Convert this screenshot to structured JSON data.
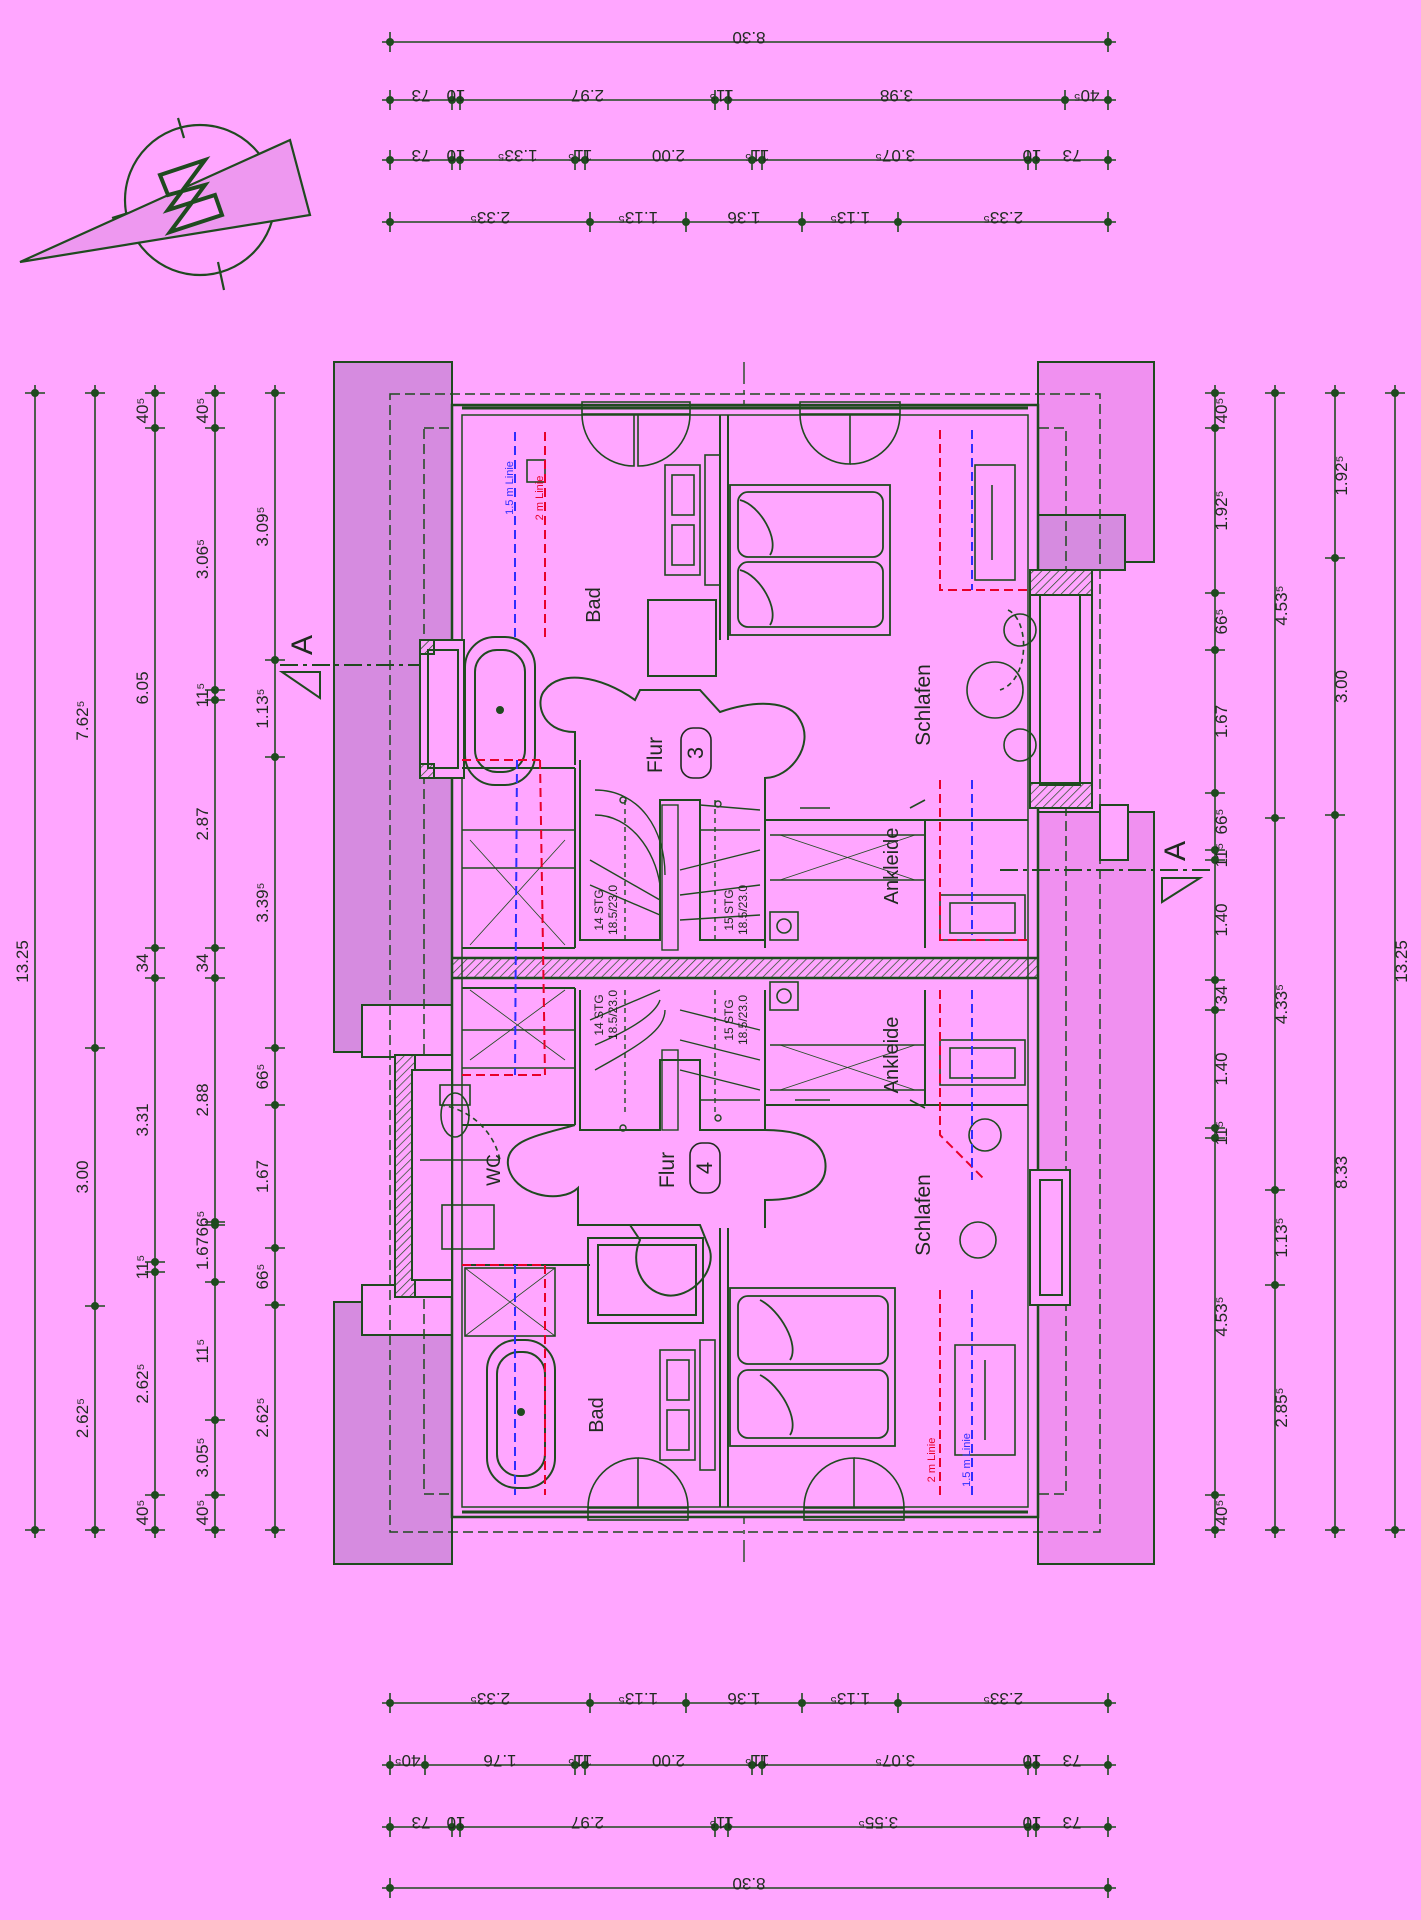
{
  "colors": {
    "background": "#ffa6ff",
    "line": "#1f4a1f",
    "roof": "#d68be0",
    "roof_light": "#f09cf3",
    "pink_fill": "#f090f0",
    "red_line": "#e8002a",
    "blue_line": "#2d2dff"
  },
  "rooms": {
    "bad_top": "Bad",
    "schlafen_top": "Schlafen",
    "flur_top": "Flur",
    "flur_top_num": "3",
    "ankleide_top": "Ankleide",
    "bad_bottom": "Bad",
    "schlafen_bottom": "Schlafen",
    "flur_bottom": "Flur",
    "flur_bottom_num": "4",
    "ankleide_bottom": "Ankleide",
    "wc": "WC"
  },
  "labels": {
    "line_15m_top": "1.5 m Linie",
    "line_2m_top": "2 m Linie",
    "line_2m_bottom": "2 m Linie",
    "line_15m_bottom": "1.5 m Linie",
    "stair_top_left_1": "14 STG",
    "stair_top_left_2": "18.5/23.0",
    "stair_top_right_1": "15 STG",
    "stair_top_right_2": "18.5/23.0",
    "stair_bot_left_1": "14 STG",
    "stair_bot_left_2": "18.5/23.0",
    "stair_bot_right_1": "15 STG",
    "stair_bot_right_2": "18.5/23.0",
    "section_left": "A",
    "section_right": "A"
  },
  "dims_top": {
    "r1": [
      "8.30"
    ],
    "r2": [
      "73",
      "10",
      "2.97",
      "11⁵",
      "3.98",
      "40⁵"
    ],
    "r3": [
      "73",
      "10",
      "1.33⁵",
      "11⁵",
      "2.00",
      "11⁵",
      "3.07⁵",
      "10",
      "73"
    ],
    "r4": [
      "2.33⁵",
      "1.13⁵",
      "1.36",
      "1.13⁵",
      "2.33⁵"
    ]
  },
  "dims_bottom": {
    "r1": [
      "2.33⁵",
      "1.13⁵",
      "1.36",
      "1.13⁵",
      "2.33⁵"
    ],
    "r2": [
      "40⁵",
      "1.76",
      "11⁵",
      "2.00",
      "11⁵",
      "3.07⁵",
      "10",
      "73"
    ],
    "r3": [
      "73",
      "10",
      "2.97",
      "11⁵",
      "3.55⁵",
      "10",
      "73"
    ],
    "r4": [
      "8.30"
    ]
  },
  "dims_left": {
    "c1": [
      "13.25"
    ],
    "c2": [
      "7.62⁵",
      "3.00",
      "2.62⁵"
    ],
    "c3": [
      "40⁵",
      "6.05",
      "34",
      "3.31",
      "11⁵",
      "2.62⁵",
      "40⁵"
    ],
    "c4": [
      "40⁵",
      "3.06⁵",
      "11⁵",
      "2.87",
      "34",
      "2.88",
      "66⁵",
      "1.67",
      "11⁵",
      "3.05⁵",
      "40⁵"
    ],
    "c5": [
      "3.09⁵",
      "1.13⁵",
      "3.39⁵",
      "66⁵",
      "1.67",
      "66⁵",
      "2.62⁵"
    ]
  },
  "dims_right": {
    "c1": [
      "40⁵",
      "1.92⁵",
      "66⁵",
      "1.67",
      "66⁵",
      "11⁵",
      "1.40",
      "34",
      "1.40",
      "11⁵",
      "4.53⁵",
      "40⁵"
    ],
    "c2": [
      "4.53⁵",
      "4.33⁵",
      "1.13⁵",
      "2.85⁵"
    ],
    "c3": [
      "1.92⁵",
      "3.00",
      "8.33"
    ],
    "c4": [
      "13.25"
    ]
  }
}
